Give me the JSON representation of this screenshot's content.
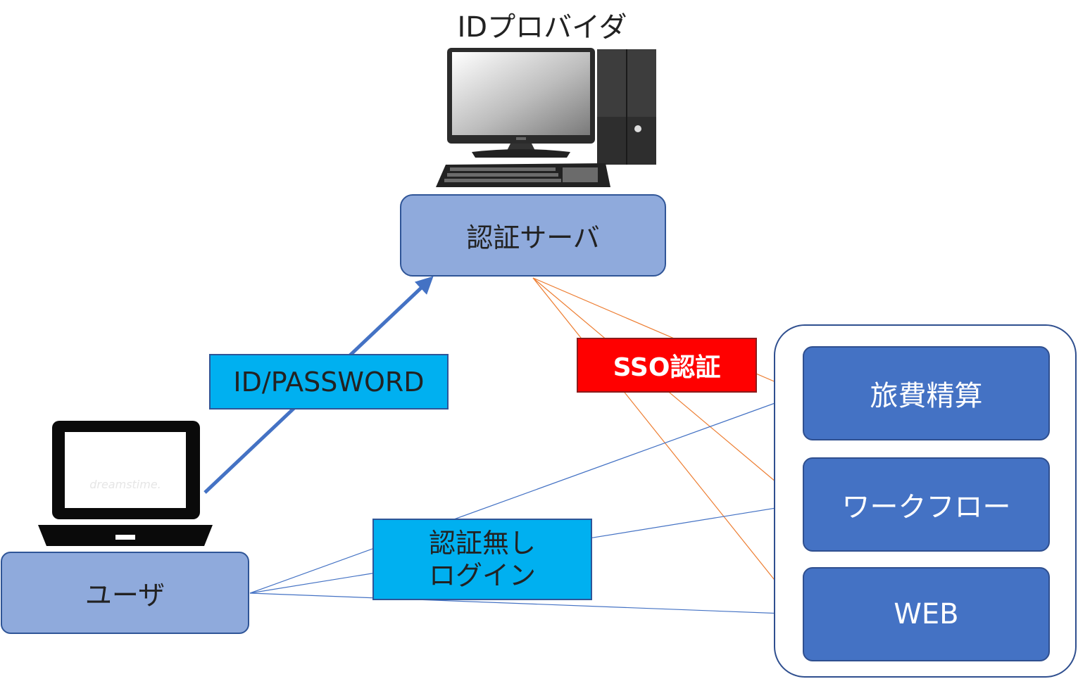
{
  "diagram": {
    "title": "IDプロバイダ",
    "auth_server": "認証サーバ",
    "user": "ユーザ",
    "idpw_label": "ID/PASSWORD",
    "sso_label": "SSO認証",
    "no_auth_label_line1": "認証無し",
    "no_auth_label_line2": "ログイン",
    "apps": [
      "旅費精算",
      "ワークフロー",
      "WEB"
    ],
    "laptop_watermark": "dreamstime.",
    "colors": {
      "box_light": "#8faadc",
      "box_dark": "#4472c4",
      "label_cyan": "#00b0f0",
      "sso_red": "#ff0000",
      "arrow_blue": "#4472c4",
      "arrow_orange": "#ed7d31"
    }
  }
}
